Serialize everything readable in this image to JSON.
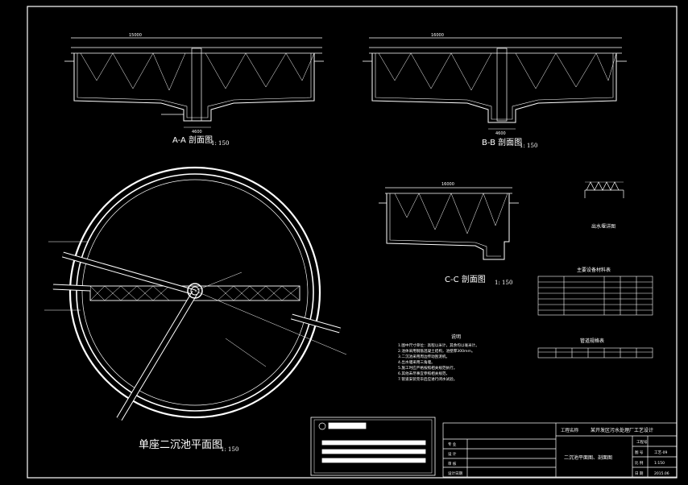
{
  "colors": {
    "background": "#000000",
    "line": "#ffffff",
    "accent": "#ffffff"
  },
  "sections": {
    "aa": {
      "title": "A-A 剖面图",
      "scale": "1: 150",
      "dim_main": "15000",
      "dim_bottom": "4600"
    },
    "bb": {
      "title": "B-B 剖面图",
      "scale": "1: 150",
      "dim_main": "16000",
      "dim_bottom": "4600"
    },
    "cc": {
      "title": "C-C 剖面图",
      "scale": "1: 150",
      "dim_main": "16000"
    },
    "detail": {
      "title": "出水堰详图"
    }
  },
  "plan": {
    "title": "单座二沉池平面图",
    "scale": "1: 150"
  },
  "notes": {
    "heading": "说明",
    "lines": [
      "1.图中尺寸单位：高程以米计，其余均以毫米计。",
      "2.池体采用钢筋混凝土结构，池壁厚300mm。",
      "3.二沉池采用周边传动刮泥机。",
      "4.出水堰采用三角堰。",
      "5.施工时应严格按照相关规范执行。",
      "6.其他未尽事宜参照相关规范。",
      "7.管道安装完毕后应进行闭水试验。"
    ]
  },
  "tables": {
    "equipment_title": "主要设备材料表",
    "pipes_title": "管道规格表"
  },
  "title_block": {
    "project_label": "工程名称",
    "project_name": "某开发区污水处理厂工艺设计",
    "drawing_name": "二沉池平面图、剖面图",
    "sheet_label": "工程号",
    "rows": [
      "专 业",
      "设 计",
      "审 核",
      "设计日期"
    ],
    "right_labels": [
      "图 号",
      "比 例",
      "日 期"
    ],
    "right_values": [
      "工艺-09",
      "1:150",
      "2015.06"
    ]
  }
}
